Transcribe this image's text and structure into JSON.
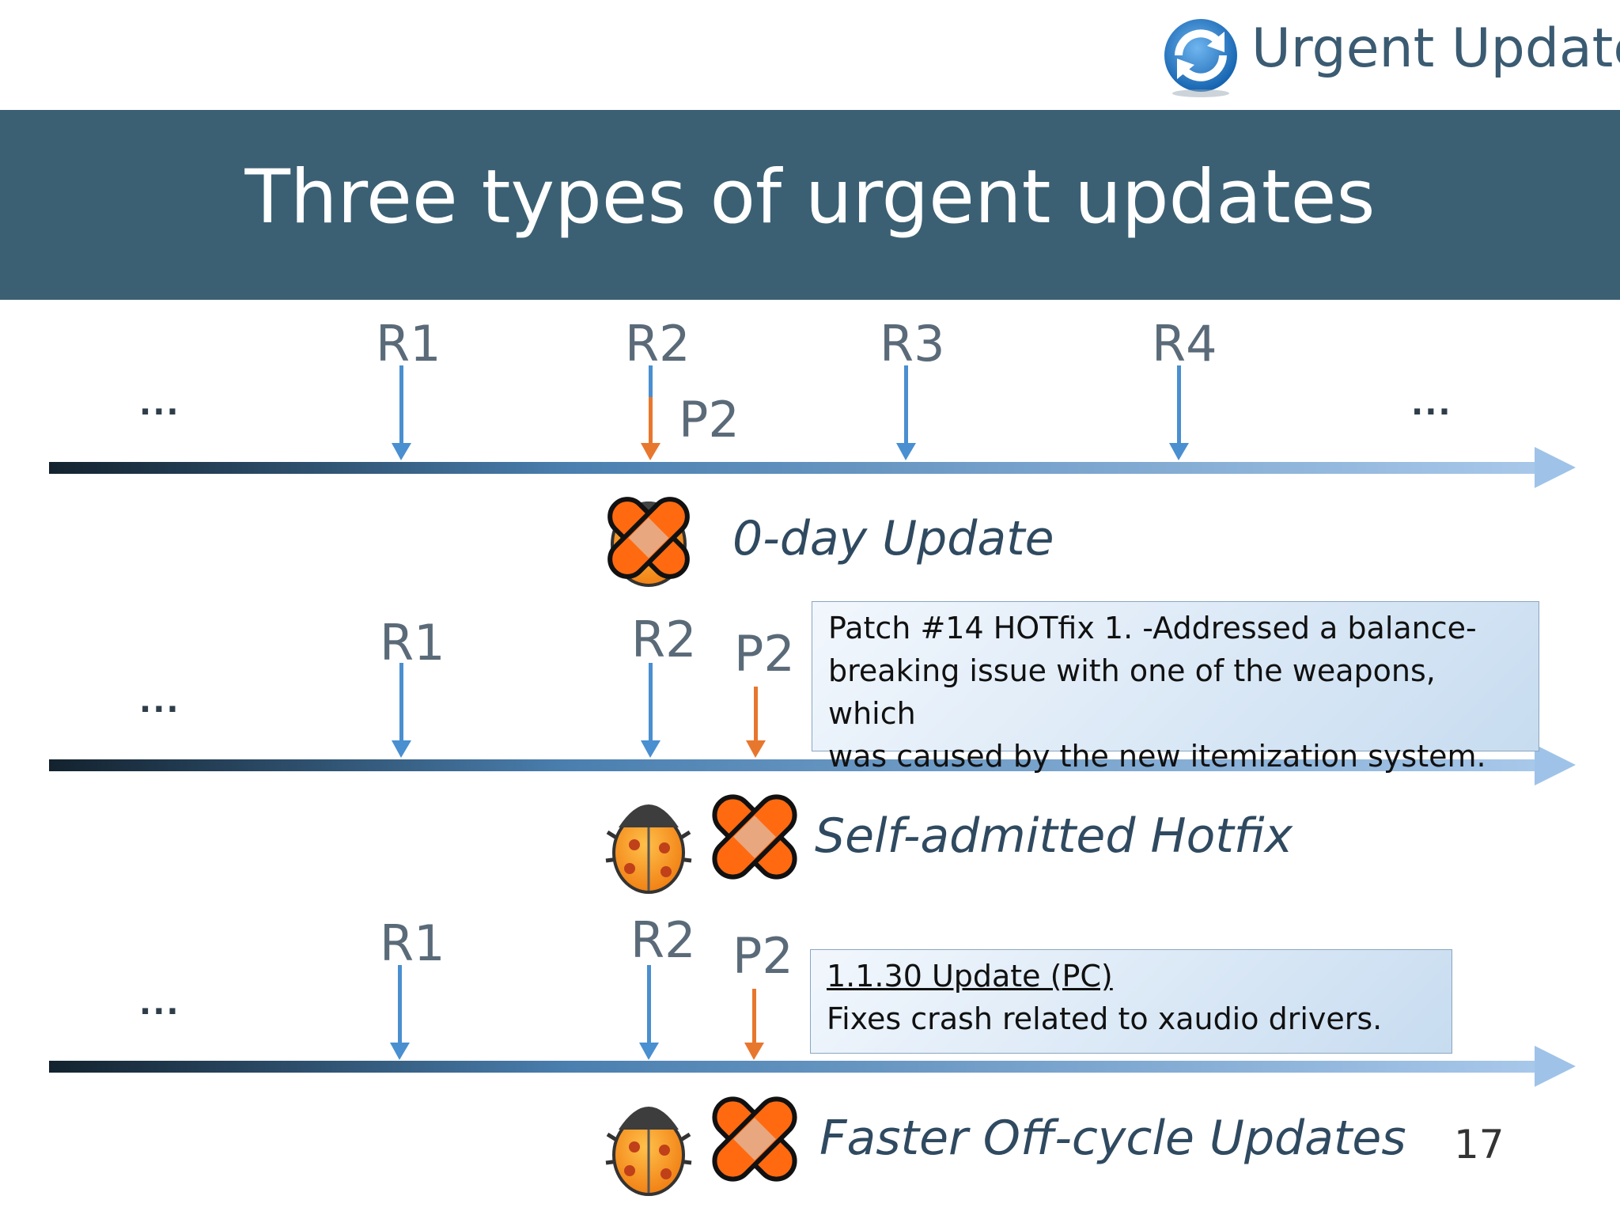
{
  "header": {
    "brand": "Urgent Updates",
    "title": "Three types of urgent updates"
  },
  "colors": {
    "band": "#3b6073",
    "release_arrow": "#4a8fd0",
    "patch_arrow": "#e8772e"
  },
  "timelines": [
    {
      "releases": [
        "R1",
        "R2",
        "R3",
        "R4"
      ],
      "patch": "P2",
      "left_ellipsis": "...",
      "right_ellipsis": "...",
      "caption": "0-day Update"
    },
    {
      "releases": [
        "R1",
        "R2"
      ],
      "patch": "P2",
      "left_ellipsis": "...",
      "caption": "Self-admitted Hotfix",
      "note": {
        "lines": [
          "Patch #14 HOTfix 1. -Addressed a balance-",
          "breaking issue with one of the weapons, which",
          "was caused by the new itemization system."
        ]
      }
    },
    {
      "releases": [
        "R1",
        "R2"
      ],
      "patch": "P2",
      "left_ellipsis": "...",
      "caption": "Faster Off-cycle Updates",
      "note": {
        "title": "1.1.30 Update (PC)",
        "body": "Fixes crash related to xaudio drivers."
      }
    }
  ],
  "page_number": "17"
}
